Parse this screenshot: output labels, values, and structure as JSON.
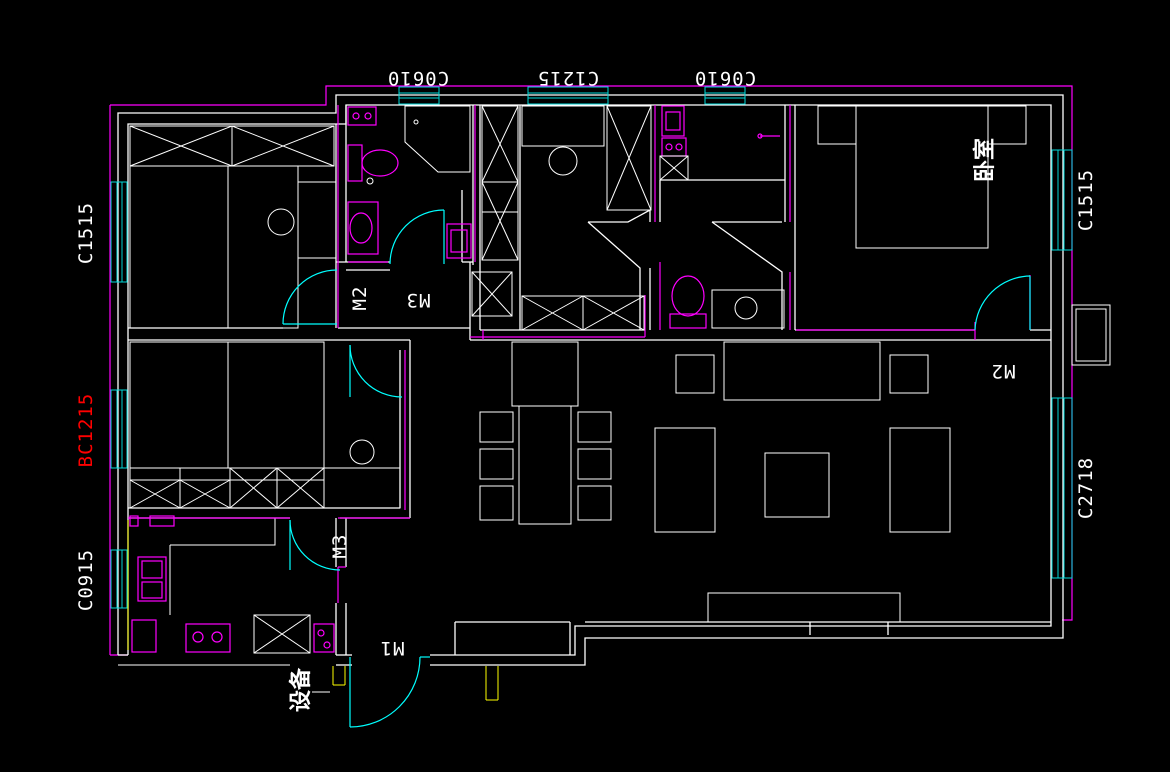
{
  "window_labels": {
    "top_left": "C0610",
    "top_mid": "C1215",
    "top_right": "C0610",
    "left_top": "C1515",
    "left_mid": "BC1215",
    "left_bottom": "C0915",
    "right_top": "C1515",
    "right_bottom": "C2718"
  },
  "door_labels": {
    "m2_left": "M2",
    "m3_top": "M3",
    "m3_bottom": "M3",
    "m2_right": "M2",
    "m1": "M1"
  },
  "room_labels": {
    "bedroom": "卧室",
    "equipment": "设备"
  },
  "colors": {
    "background": "#000000",
    "wall": "#ffffff",
    "outline": "#ff00ff",
    "window": "#00ffff",
    "highlight_label": "#ff0000",
    "pipe": "#ffff00"
  }
}
